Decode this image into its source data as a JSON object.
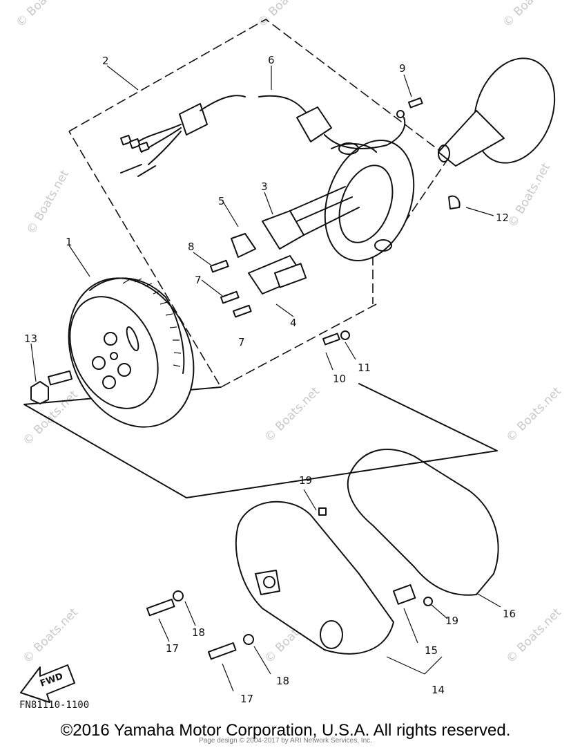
{
  "watermark": "© Boats.net",
  "diagram_code": "FN81110-1100",
  "fwd_label": "FWD",
  "footer": {
    "copyright": "©2016 Yamaha Motor Corporation, U.S.A. All rights reserved.",
    "page_design": "Page design © 2004-2017 by ARI Network Services, Inc."
  },
  "callouts": [
    "1",
    "2",
    "3",
    "4",
    "5",
    "6",
    "7",
    "7",
    "8",
    "9",
    "10",
    "11",
    "12",
    "13",
    "14",
    "15",
    "16",
    "17",
    "17",
    "18",
    "18",
    "19",
    "19"
  ],
  "colors": {
    "ink": "#111111",
    "watermark": "#c9c9c9"
  }
}
